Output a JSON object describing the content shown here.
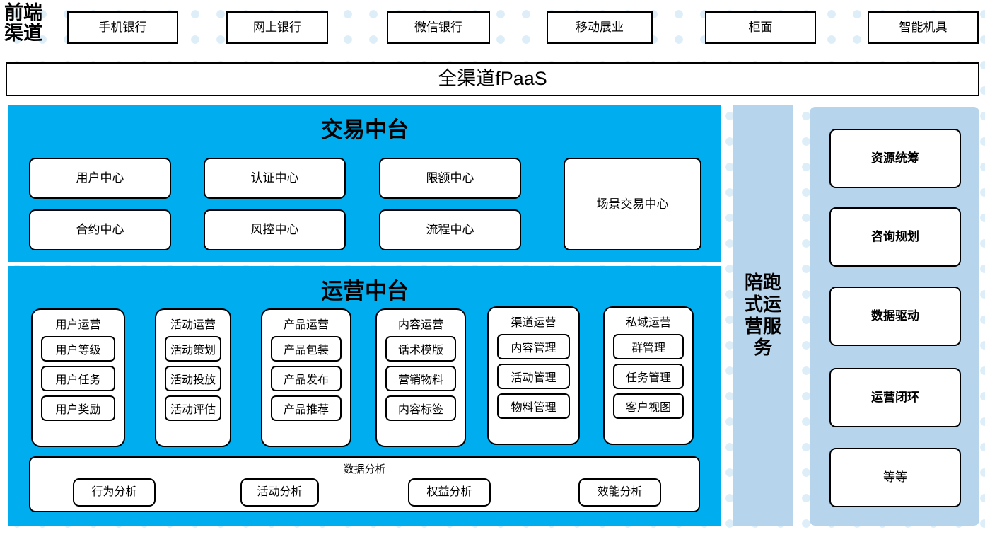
{
  "colors": {
    "primary_blue": "#00AEEF",
    "light_blue": "#b6d4ec",
    "dot_blue": "#ddeef8",
    "stroke": "#000000",
    "box_fill": "#ffffff"
  },
  "front_channel": {
    "label": "前端\n渠道",
    "items": [
      {
        "label": "手机银行"
      },
      {
        "label": "网上银行"
      },
      {
        "label": "微信银行"
      },
      {
        "label": "移动展业"
      },
      {
        "label": "柜面"
      },
      {
        "label": "智能机具"
      }
    ]
  },
  "fpaas_bar": {
    "label": "全渠道fPaaS"
  },
  "trade_center": {
    "title": "交易中台",
    "items": [
      {
        "label": "用户中心"
      },
      {
        "label": "认证中心"
      },
      {
        "label": "限额中心"
      },
      {
        "label": "合约中心"
      },
      {
        "label": "风控中心"
      },
      {
        "label": "流程中心"
      }
    ],
    "tall_item": {
      "label": "场景交易中心"
    }
  },
  "ops_center": {
    "title": "运营中台",
    "groups": [
      {
        "title": "用户运营",
        "items": [
          "用户等级",
          "用户任务",
          "用户奖励"
        ]
      },
      {
        "title": "活动运营",
        "items": [
          "活动策划",
          "活动投放",
          "活动评估"
        ]
      },
      {
        "title": "产品运营",
        "items": [
          "产品包装",
          "产品发布",
          "产品推荐"
        ]
      },
      {
        "title": "内容运营",
        "items": [
          "话术模版",
          "营销物料",
          "内容标签"
        ]
      },
      {
        "title": "渠道运营",
        "items": [
          "内容管理",
          "活动管理",
          "物料管理"
        ]
      },
      {
        "title": "私域运营",
        "items": [
          "群管理",
          "任务管理",
          "客户视图"
        ]
      }
    ],
    "analytics": {
      "title": "数据分析",
      "items": [
        "行为分析",
        "活动分析",
        "权益分析",
        "效能分析"
      ]
    }
  },
  "service_column": {
    "label": "陪跑式运营服务"
  },
  "right_panel": {
    "items": [
      {
        "label": "资源统筹",
        "bold": true
      },
      {
        "label": "咨询规划",
        "bold": true
      },
      {
        "label": "数据驱动",
        "bold": true
      },
      {
        "label": "运营闭环",
        "bold": true
      },
      {
        "label": "等等",
        "bold": false
      }
    ]
  }
}
